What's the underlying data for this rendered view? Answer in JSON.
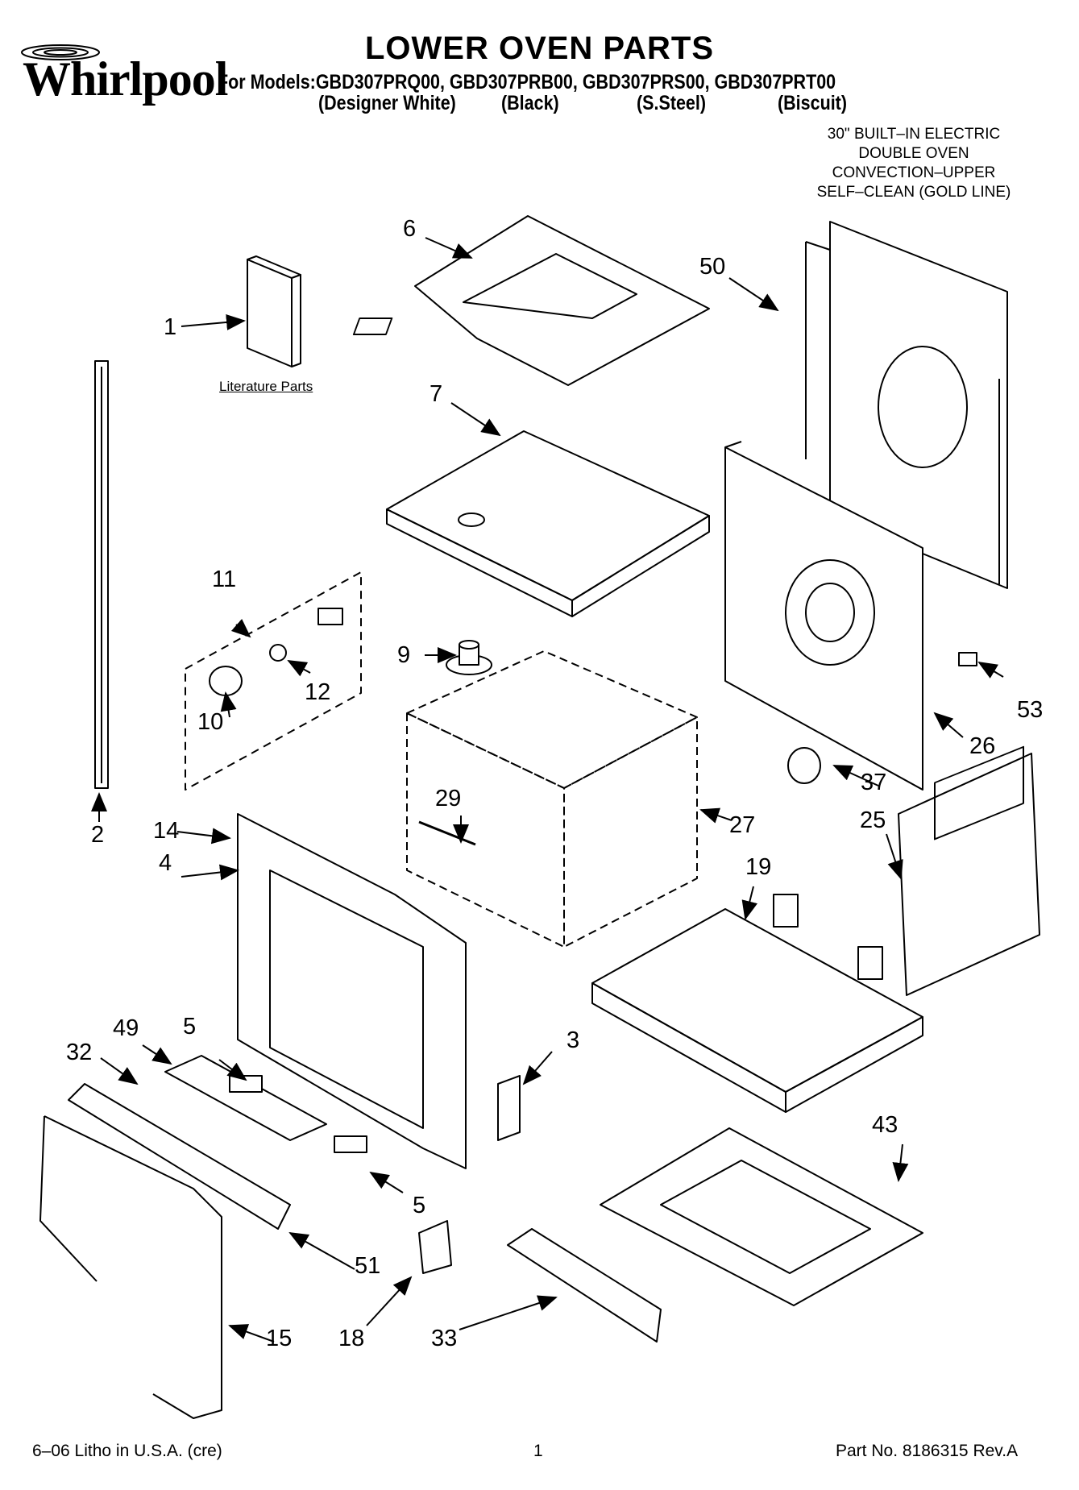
{
  "brand": {
    "name": "Whirlpool"
  },
  "header": {
    "title": "LOWER OVEN PARTS",
    "models_line": "For Models:GBD307PRQ00, GBD307PRB00, GBD307PRS00, GBD307PRT00",
    "colors": [
      "(Designer White)",
      "(Black)",
      "(S.Steel)",
      "(Biscuit)"
    ]
  },
  "description": [
    "30\" BUILT–IN ELECTRIC",
    "DOUBLE OVEN",
    "CONVECTION–UPPER",
    "SELF–CLEAN (GOLD LINE)"
  ],
  "literature_label": "Literature Parts",
  "callouts": {
    "c1": "1",
    "c2": "2",
    "c3": "3",
    "c4": "4",
    "c5a": "5",
    "c5b": "5",
    "c6": "6",
    "c7": "7",
    "c9": "9",
    "c10": "10",
    "c11": "11",
    "c12": "12",
    "c14": "14",
    "c15": "15",
    "c18": "18",
    "c19": "19",
    "c25": "25",
    "c26": "26",
    "c27": "27",
    "c29": "29",
    "c32": "32",
    "c33": "33",
    "c37": "37",
    "c43": "43",
    "c49": "49",
    "c50": "50",
    "c51": "51",
    "c53": "53"
  },
  "footer": {
    "left": "6–06 Litho in U.S.A. (cre)",
    "center": "1",
    "right": "Part No. 8186315 Rev.A"
  }
}
